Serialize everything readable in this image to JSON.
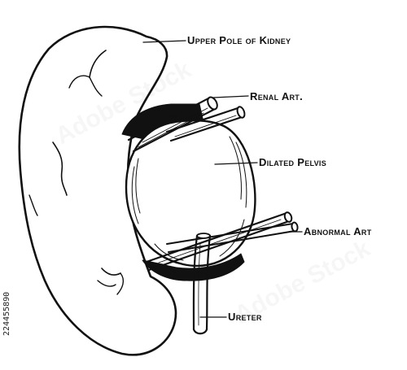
{
  "labels": {
    "upper_pole": "Upper Pole of Kidney",
    "renal_art": "Renal Art.",
    "dilated_pelvis": "Dilated Pelvis",
    "abnormal_art": "Abnormal Art",
    "ureter": "Ureter"
  },
  "stock_id": "224455890",
  "watermark_text": "Adobe Stock",
  "colors": {
    "ink": "#111111",
    "paper": "#ffffff"
  }
}
